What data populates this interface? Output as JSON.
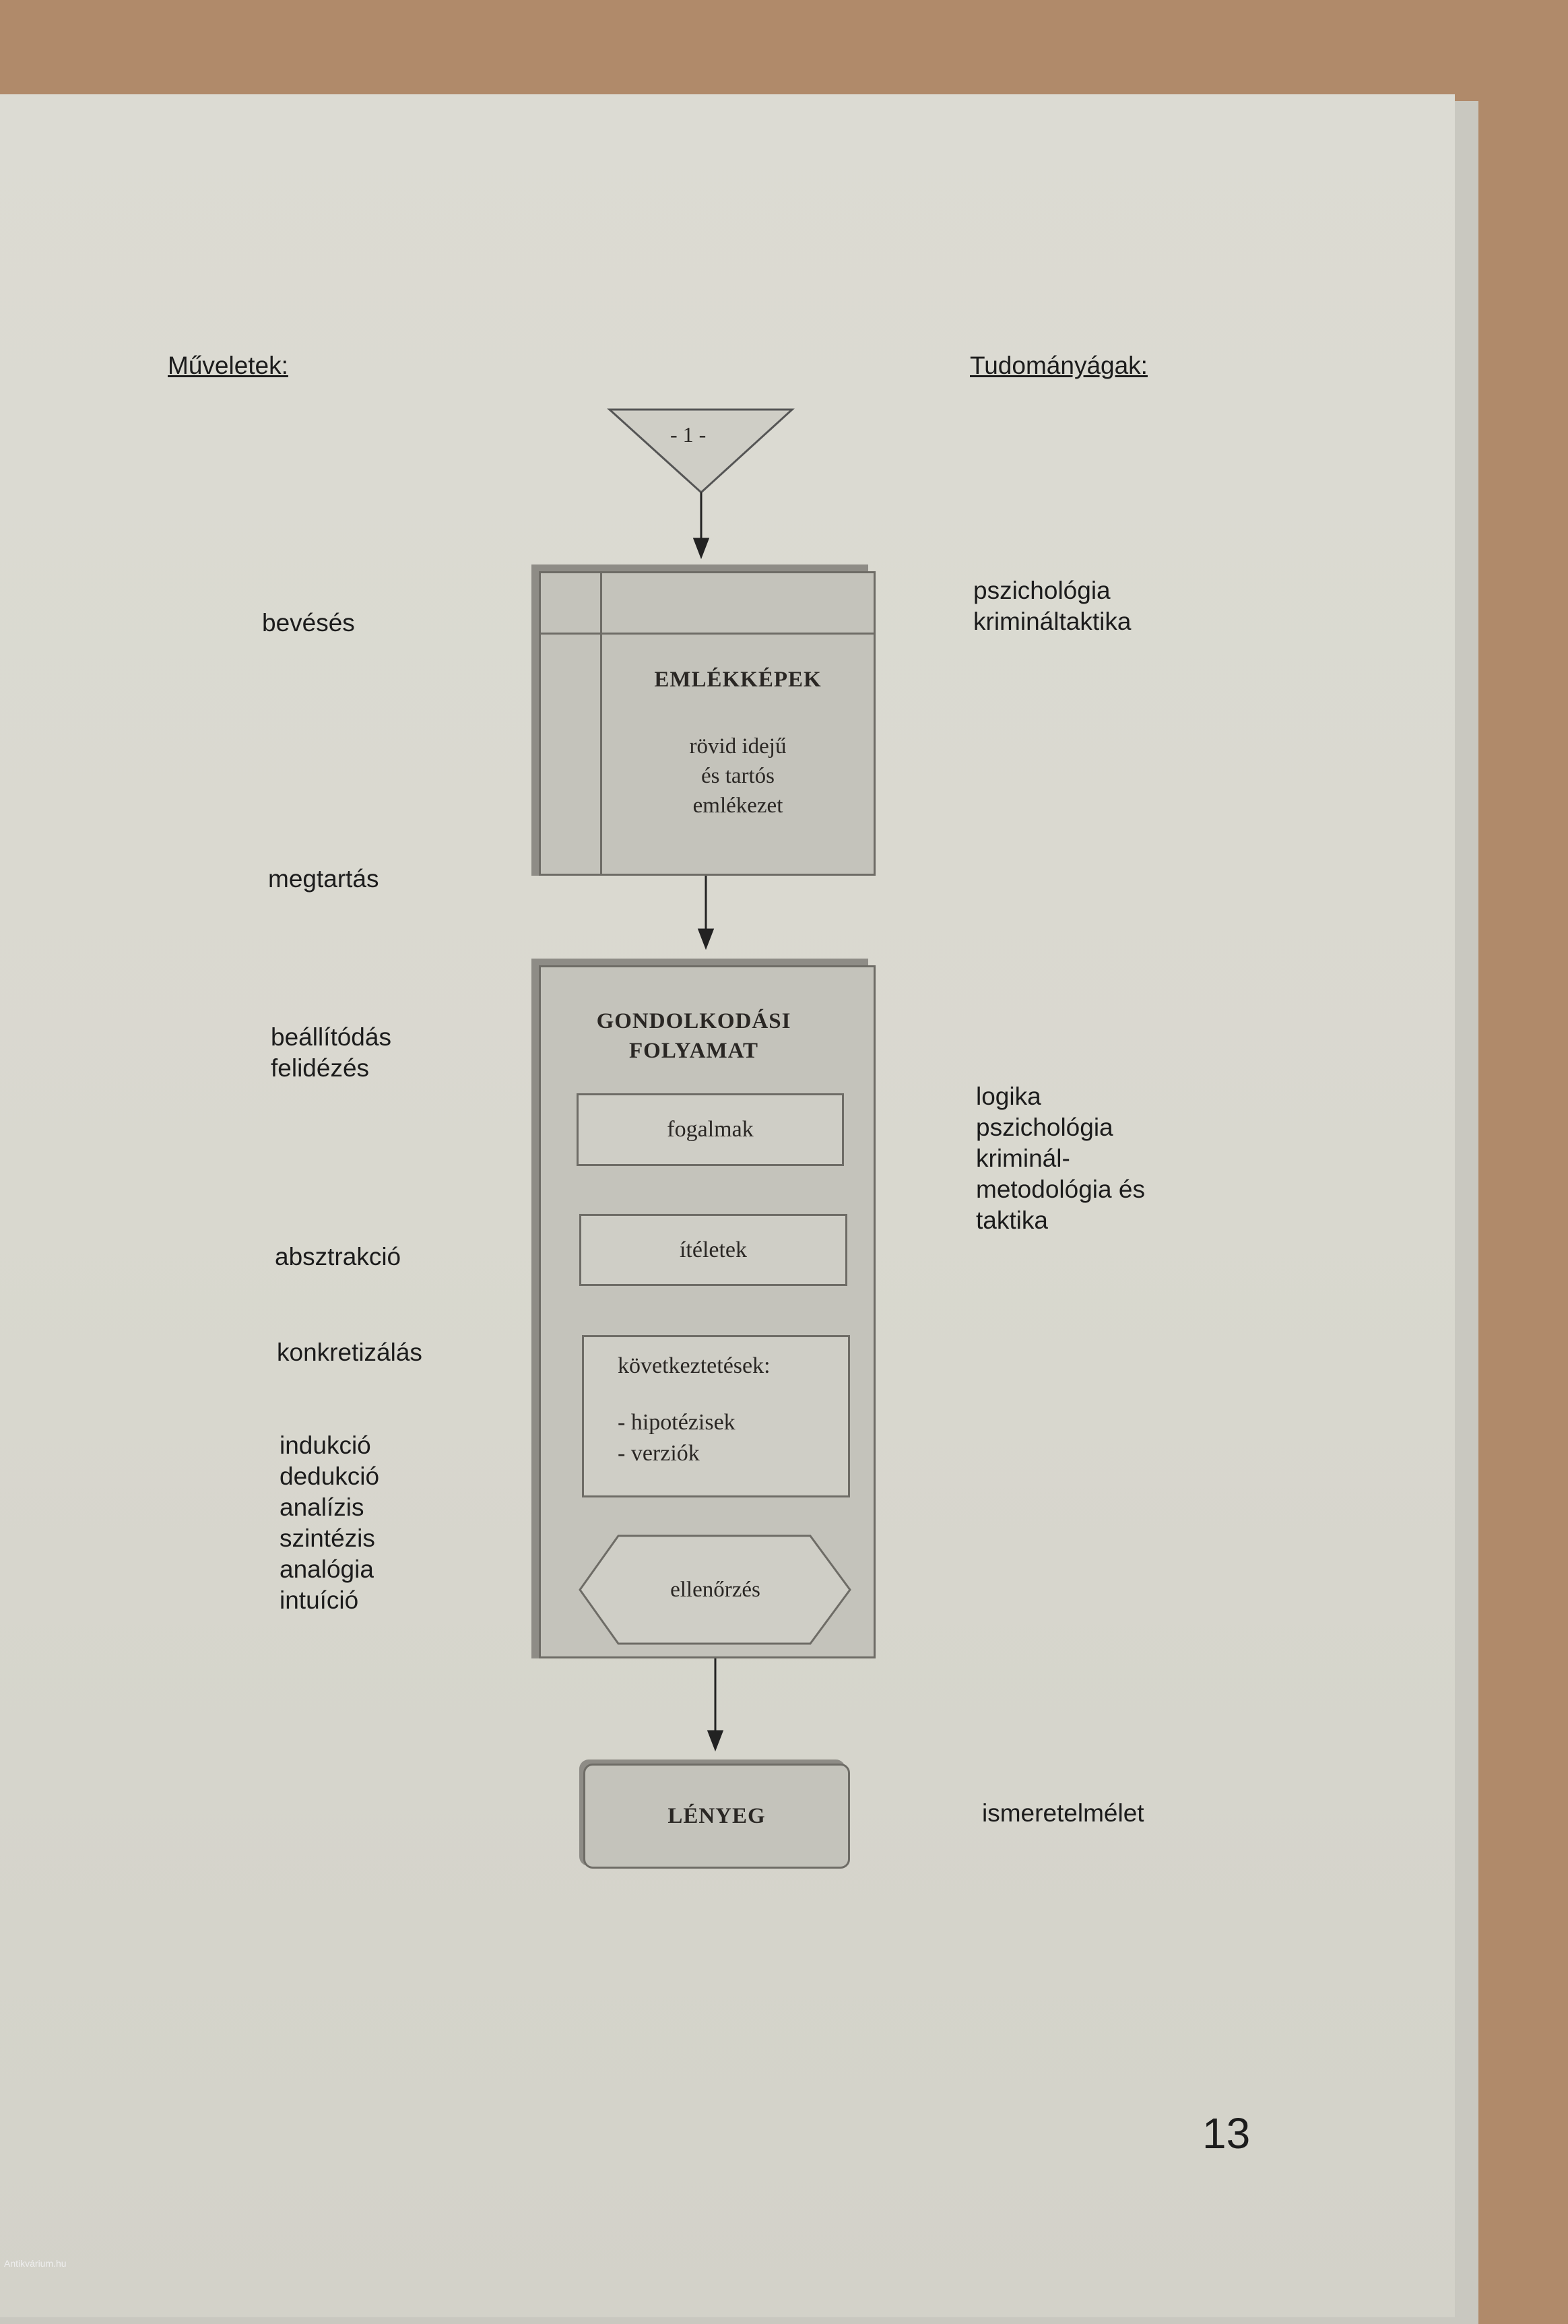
{
  "headers": {
    "left": "Műveletek:",
    "right": "Tudományágak:"
  },
  "start_label": "- 1 -",
  "memory_box": {
    "title": "EMLÉKKÉPEK",
    "lines": [
      "rövid idejű",
      "és tartós",
      "emlékezet"
    ]
  },
  "thinking_box": {
    "title": [
      "GONDOLKODÁSI",
      "FOLYAMAT"
    ],
    "step1": "fogalmak",
    "step2": "ítéletek",
    "step3": {
      "title": "következtetések:",
      "items": [
        "- hipotézisek",
        "- verziók"
      ]
    },
    "check": "ellenőrzés"
  },
  "result_box": "LÉNYEG",
  "operations": {
    "bevesés": "bevésés",
    "megtartas": "megtartás",
    "beallitodas": [
      "beállítódás",
      "felidézés"
    ],
    "absztrakcio": "absztrakció",
    "konkretizalas": "konkretizálás",
    "methods": [
      "indukció",
      "dedukció",
      "analízis",
      "szintézis",
      "analógia",
      "intuíció"
    ]
  },
  "sciences": {
    "memory": [
      "pszichológia",
      "kriminált­aktika"
    ],
    "thinking": [
      "logika",
      "pszichológia",
      "kriminál-",
      "metodológia és",
      "taktika"
    ],
    "essence": "ismeretelmélet"
  },
  "page_number": "13",
  "watermark": "Antikvárium.hu"
}
